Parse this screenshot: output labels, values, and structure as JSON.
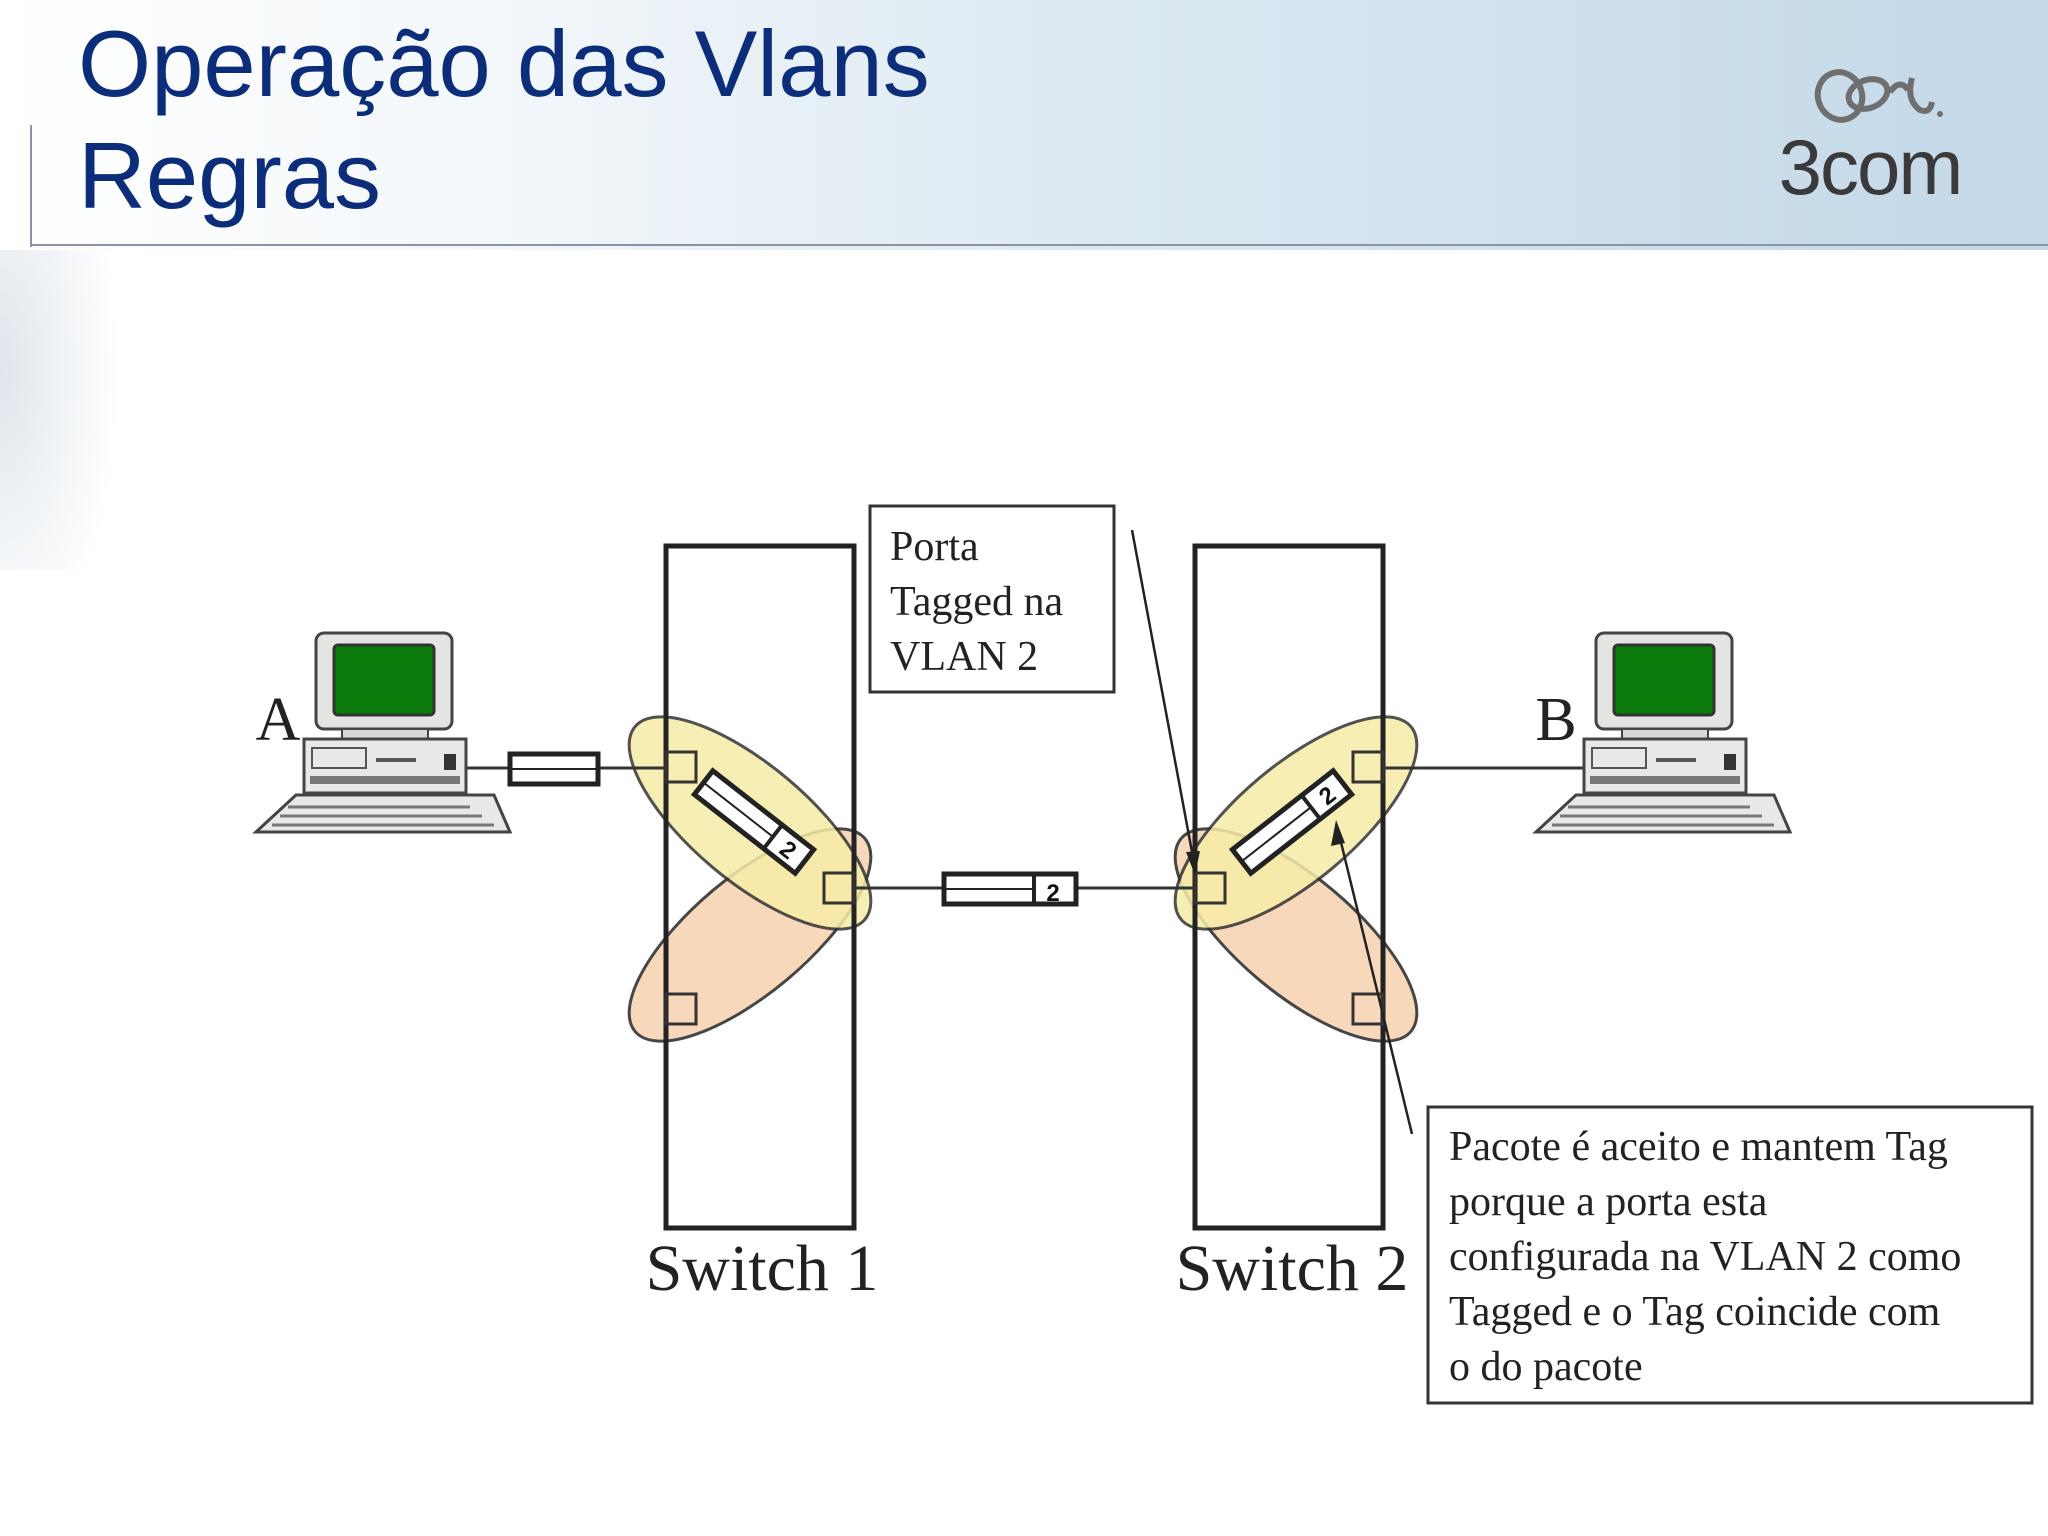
{
  "title": {
    "line1": "Operação das Vlans",
    "line2": "Regras"
  },
  "logo": {
    "text": "3com"
  },
  "labels": {
    "host_a": "A",
    "host_b": "B",
    "switch1": "Switch 1",
    "switch2": "Switch 2",
    "frame_tag": "2"
  },
  "callouts": {
    "port_note": [
      "Porta",
      "Tagged na",
      "VLAN 2"
    ],
    "packet_note": [
      "Pacote é aceito e mantem Tag",
      "porque a porta esta",
      "configurada na VLAN 2 como",
      "Tagged e o Tag coincide com",
      "o do pacote"
    ]
  },
  "colors": {
    "title": "#0c2d7a",
    "vlan_yellow": "#f6eca7",
    "vlan_orange": "#f8d4b4",
    "monitor_screen": "#0a7a0a"
  },
  "icons": {
    "host": "computer-icon",
    "logo": "3com-logo-icon"
  }
}
